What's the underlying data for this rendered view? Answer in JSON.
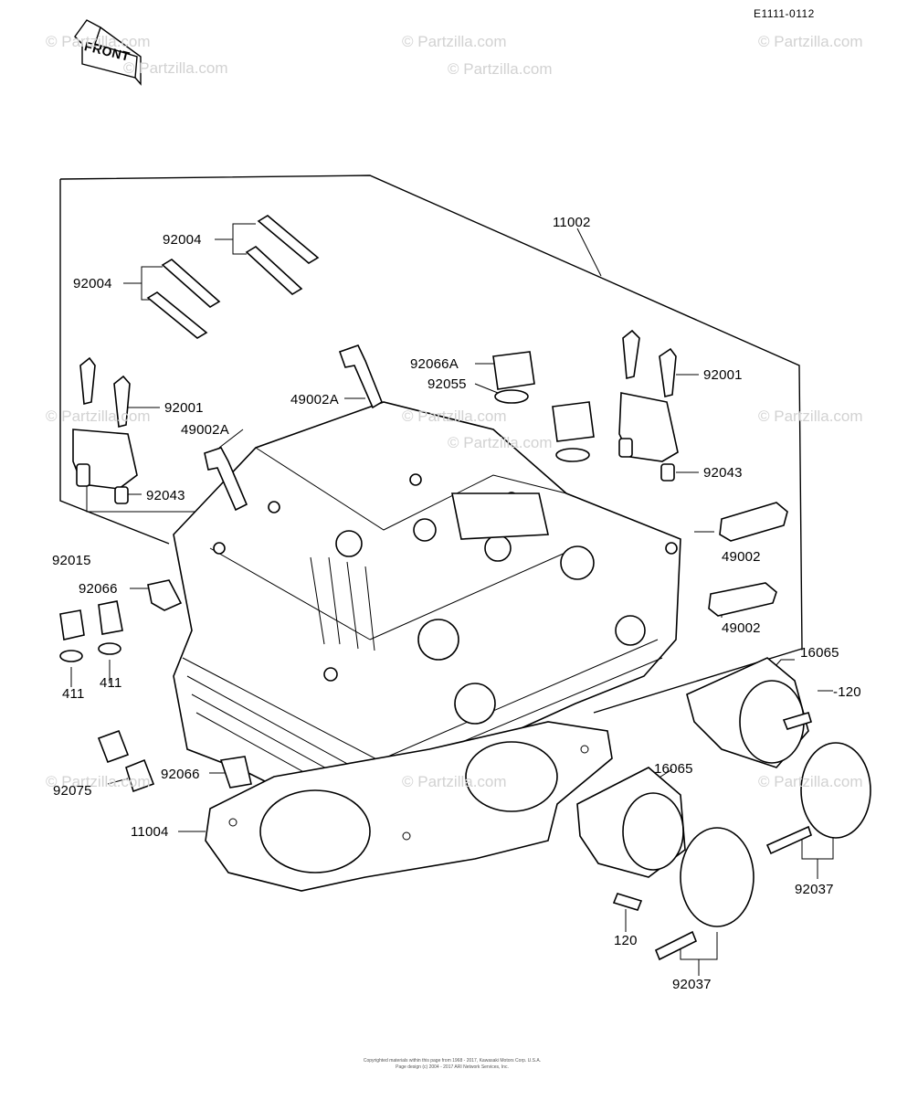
{
  "diagram_code": "E1111-0112",
  "front_label": "FRONT",
  "watermark": "© Partzilla.com",
  "copyright_lines": [
    "Copyrighted materials within this page from 1968 - 2017, Kawasaki Motors Corp. U.S.A.",
    "Page design (c) 2004 - 2017 ARI Network Services, Inc."
  ],
  "labels": {
    "p11002": "11002",
    "p92004_top": "92004",
    "p92004_left": "92004",
    "p92066A": "92066A",
    "p92055": "92055",
    "p92001_right": "92001",
    "p92001_left": "92001",
    "p49002A_top": "49002A",
    "p49002A_mid": "49002A",
    "p92043_right": "92043",
    "p92043_left": "92043",
    "p92015": "92015",
    "p92066_upper": "92066",
    "p49002_upper": "49002",
    "p49002_lower": "49002",
    "p411_left": "411",
    "p411_right": "411",
    "p16065_right": "16065",
    "p120_right": "-120",
    "p92075": "92075",
    "p92066_lower": "92066",
    "p16065_lower": "16065",
    "p11004": "11004",
    "p92037_right": "92037",
    "p120_lower": "120",
    "p92037_lower": "92037"
  }
}
